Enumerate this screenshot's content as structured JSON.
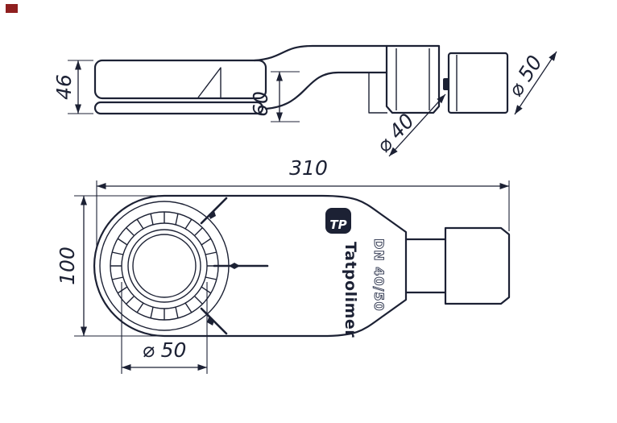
{
  "side_view": {
    "height_label": "46",
    "outlet_height_label": "60",
    "outlet_diameter_label": "⌀ 40",
    "pipe_diameter_label": "⌀ 50"
  },
  "plan_view": {
    "length_label": "310",
    "width_label": "100",
    "grate_diameter_label": "⌀ 50",
    "brand_monogram": "TP",
    "brand_name": "Tatpolimer",
    "model_label": "DN 40/50"
  }
}
